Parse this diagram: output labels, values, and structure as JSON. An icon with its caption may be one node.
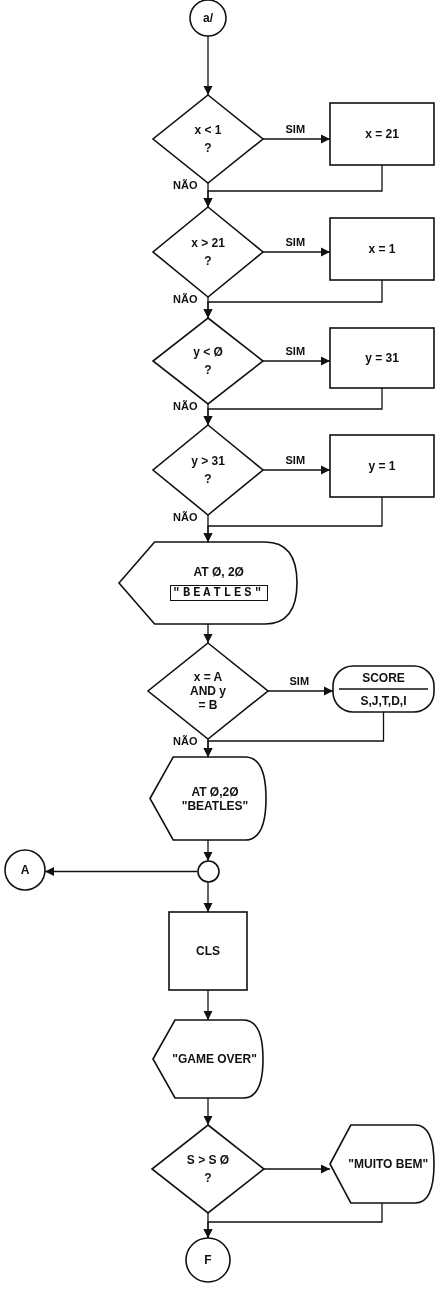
{
  "diagram": {
    "nodes": [
      {
        "text": [
          "a/"
        ]
      },
      {
        "text": [
          "x < 1",
          "?"
        ]
      },
      {
        "text": [
          "x = 21"
        ]
      },
      {
        "text": [
          "x > 21",
          "?"
        ]
      },
      {
        "text": [
          "x = 1"
        ]
      },
      {
        "text": [
          "y < Ø",
          "?"
        ]
      },
      {
        "text": [
          "y = 31"
        ]
      },
      {
        "text": [
          "y > 31",
          "?"
        ]
      },
      {
        "text": [
          "y = 1"
        ]
      },
      {
        "text": [
          "AT Ø, 2Ø",
          "\"BEATLES\""
        ]
      },
      {
        "text": [
          "x = A AND y = B"
        ]
      },
      {
        "text": [
          "SCORE",
          "S,J,T,D,I"
        ]
      },
      {
        "text": [
          "AT Ø,2Ø",
          "\"BEATLES\""
        ]
      },
      {
        "text": [],
        "shape": "circle"
      },
      {
        "text": [
          "A"
        ]
      },
      {
        "text": [
          "CLS"
        ]
      },
      {
        "text": [
          "\"GAME OVER\""
        ]
      },
      {
        "text": [
          "S > S Ø",
          "?"
        ]
      },
      {
        "text": [
          "\"MUITO BEM\""
        ]
      },
      {
        "text": [
          "F"
        ]
      }
    ],
    "edges": [
      {
        "from": 0,
        "to": 1,
        "arrow": "to"
      },
      {
        "from": 1,
        "to": 2,
        "arrow": "to",
        "label": "SIM"
      },
      {
        "from": 1,
        "to": 3,
        "arrow": "to",
        "label": "NÃO"
      },
      {
        "from": 2,
        "to": 3,
        "arrow": "to"
      },
      {
        "from": 3,
        "to": 4,
        "arrow": "to",
        "label": "SIM"
      },
      {
        "from": 3,
        "to": 5,
        "arrow": "to",
        "label": "NÃO"
      },
      {
        "from": 4,
        "to": 5,
        "arrow": "to"
      },
      {
        "from": 5,
        "to": 6,
        "arrow": "to",
        "label": "SIM"
      },
      {
        "from": 5,
        "to": 7,
        "arrow": "to",
        "label": "NÃO"
      },
      {
        "from": 6,
        "to": 7,
        "arrow": "to"
      },
      {
        "from": 7,
        "to": 8,
        "arrow": "to",
        "label": "SIM"
      },
      {
        "from": 7,
        "to": 9,
        "arrow": "to",
        "label": "NÃO"
      },
      {
        "from": 8,
        "to": 9,
        "arrow": "to"
      },
      {
        "from": 9,
        "to": 10,
        "arrow": "to"
      },
      {
        "from": 10,
        "to": 11,
        "arrow": "to",
        "label": "SIM"
      },
      {
        "from": 10,
        "to": 12,
        "arrow": "to",
        "label": "NÃO"
      },
      {
        "from": 11,
        "to": 12,
        "arrow": "to"
      },
      {
        "from": 12,
        "to": 13,
        "arrow": "to"
      },
      {
        "from": 13,
        "to": 14,
        "arrow": "to"
      },
      {
        "from": 13,
        "to": 15,
        "arrow": "to"
      },
      {
        "from": 15,
        "to": 16,
        "arrow": "to"
      },
      {
        "from": 16,
        "to": 17,
        "arrow": "to"
      },
      {
        "from": 17,
        "to": 18,
        "arrow": "to"
      },
      {
        "from": 17,
        "to": 19,
        "arrow": "to"
      },
      {
        "from": 18,
        "to": 19,
        "arrow": "to"
      }
    ]
  }
}
